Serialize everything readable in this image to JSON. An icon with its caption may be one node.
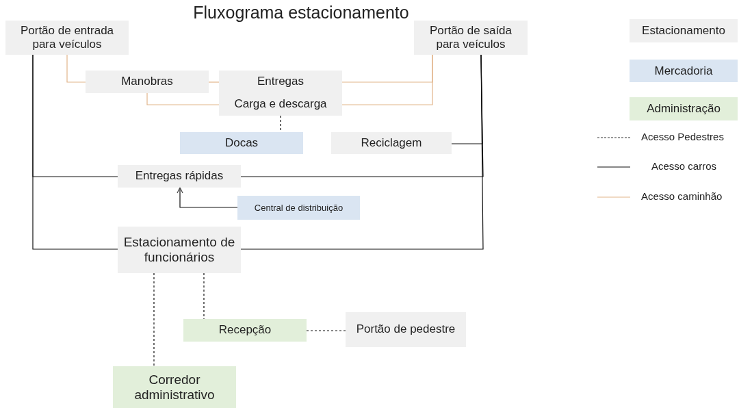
{
  "diagram": {
    "title": "Fluxograma estacionamento",
    "nodes": [
      {
        "text": [
          "Portão de entrada para veículos"
        ]
      },
      {
        "text": [
          "Portão de saída para veículos"
        ]
      },
      {
        "text": [
          "Manobras"
        ]
      },
      {
        "text": [
          "Entregas",
          "Carga e descarga"
        ]
      },
      {
        "text": [
          "Docas"
        ]
      },
      {
        "text": [
          "Reciclagem"
        ]
      },
      {
        "text": [
          "Entregas rápidas"
        ]
      },
      {
        "text": [
          "Central de distribuição"
        ]
      },
      {
        "text": [
          "Estacionamento de funcionários"
        ]
      },
      {
        "text": [
          "Recepção"
        ]
      },
      {
        "text": [
          "Portão de pedestre"
        ]
      },
      {
        "text": [
          "Corredor administrativo"
        ]
      }
    ],
    "edges": [
      {
        "from": 0,
        "to": 2,
        "arrow": "none",
        "color": "#e2b58a"
      },
      {
        "from": 2,
        "to": 3,
        "arrow": "none",
        "color": "#e2b58a"
      },
      {
        "from": 2,
        "to": 3,
        "arrow": "none",
        "color": "#e2b58a"
      },
      {
        "from": 3,
        "to": 1,
        "arrow": "none",
        "color": "#e2b58a"
      },
      {
        "from": 3,
        "to": 1,
        "arrow": "none",
        "color": "#e2b58a"
      },
      {
        "from": 3,
        "to": 4,
        "arrow": "none",
        "style": "dashed"
      },
      {
        "from": 0,
        "to": 6,
        "arrow": "none"
      },
      {
        "from": 0,
        "to": 8,
        "arrow": "none"
      },
      {
        "from": 6,
        "to": 1,
        "arrow": "none"
      },
      {
        "from": 8,
        "to": 1,
        "arrow": "none"
      },
      {
        "from": 5,
        "to": 1,
        "arrow": "none"
      },
      {
        "from": 7,
        "to": 6,
        "arrow": "to"
      },
      {
        "from": 8,
        "to": 11,
        "arrow": "none",
        "style": "dashed"
      },
      {
        "from": 8,
        "to": 9,
        "arrow": "none",
        "style": "dashed"
      },
      {
        "from": 9,
        "to": 10,
        "arrow": "none",
        "style": "dashed"
      }
    ],
    "legend": [
      {
        "text": "Estacionamento",
        "color": "#f0f0f0"
      },
      {
        "text": "Mercadoria",
        "color": "#dae5f2"
      },
      {
        "text": "Administração",
        "color": "#e2efda"
      },
      {
        "text": "Acesso Pedestres"
      },
      {
        "text": "Acesso carros"
      },
      {
        "text": "Acesso caminhão"
      }
    ]
  }
}
